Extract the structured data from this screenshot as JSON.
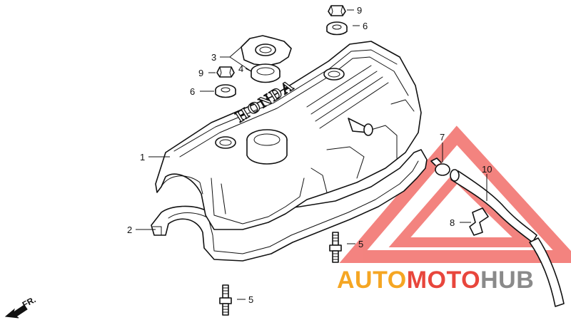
{
  "diagram": {
    "cover_lettering": "HONDA",
    "direction_label": "FR.",
    "callouts": [
      {
        "id": "c1",
        "label": "1"
      },
      {
        "id": "c2",
        "label": "2"
      },
      {
        "id": "c3",
        "label": "3"
      },
      {
        "id": "c4",
        "label": "4"
      },
      {
        "id": "c5a",
        "label": "5"
      },
      {
        "id": "c5b",
        "label": "5"
      },
      {
        "id": "c6a",
        "label": "6"
      },
      {
        "id": "c6b",
        "label": "6"
      },
      {
        "id": "c7",
        "label": "7"
      },
      {
        "id": "c8",
        "label": "8"
      },
      {
        "id": "c9a",
        "label": "9"
      },
      {
        "id": "c9b",
        "label": "9"
      },
      {
        "id": "c10",
        "label": "10"
      }
    ]
  },
  "watermark": {
    "part1": "AUTO",
    "part2": "MOTO",
    "part3": "HUB",
    "colors": {
      "orange": "#f5a623",
      "red": "#e8463c",
      "gray": "#8a8a8a",
      "triangle": "#f05a55"
    }
  }
}
